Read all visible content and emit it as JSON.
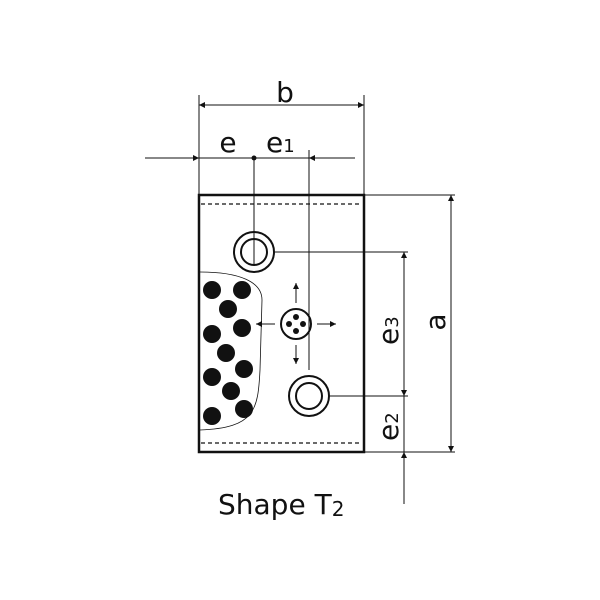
{
  "dimensions": {
    "b": "b",
    "e": "e",
    "e1_base": "e",
    "e1_sub": "1",
    "e2_base": "e",
    "e2_sub": "2",
    "e3_base": "e",
    "e3_sub": "3",
    "a": "a"
  },
  "caption": {
    "text": "Shape T",
    "sub": "2"
  },
  "colors": {
    "line": "#111111",
    "background": "#ffffff"
  }
}
